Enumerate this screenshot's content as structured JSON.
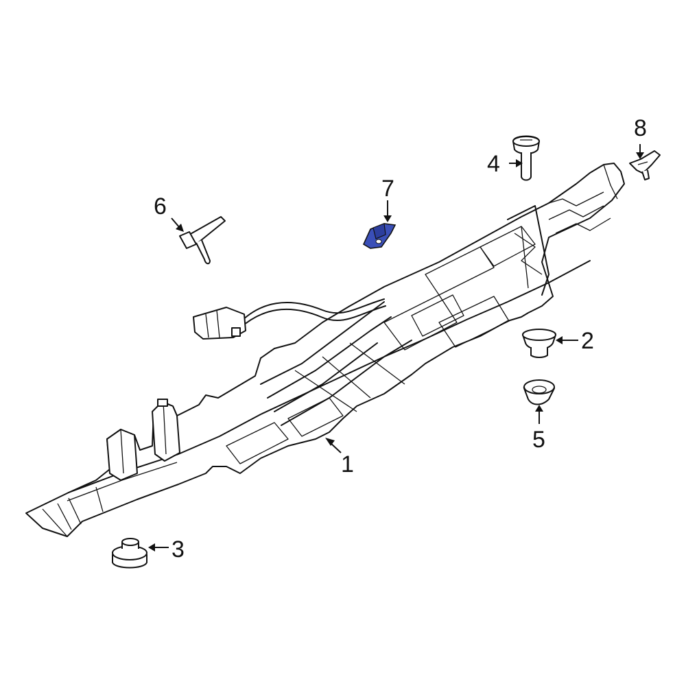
{
  "diagram": {
    "highlight_color": "#3a4fb8",
    "highlighted_part": "7",
    "callouts": [
      {
        "id": "c1",
        "label": "1"
      },
      {
        "id": "c2",
        "label": "2"
      },
      {
        "id": "c3",
        "label": "3"
      },
      {
        "id": "c4",
        "label": "4"
      },
      {
        "id": "c5",
        "label": "5"
      },
      {
        "id": "c6",
        "label": "6"
      },
      {
        "id": "c7",
        "label": "7"
      },
      {
        "id": "c8",
        "label": "8"
      }
    ]
  }
}
